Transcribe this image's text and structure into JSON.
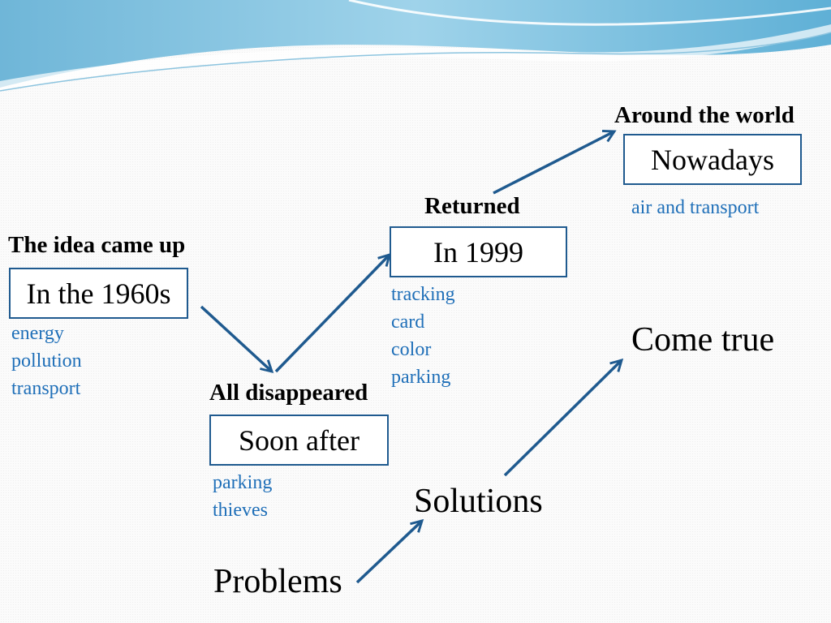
{
  "stages": {
    "idea": {
      "heading": "The idea came up",
      "box": "In the 1960s",
      "notes": [
        "energy",
        "pollution",
        "transport"
      ]
    },
    "disappeared": {
      "heading": "All disappeared",
      "box": "Soon after",
      "notes": [
        "parking",
        "thieves"
      ]
    },
    "returned": {
      "heading": "Returned",
      "box": "In 1999",
      "notes": [
        "tracking",
        "card",
        "color",
        "parking"
      ]
    },
    "world": {
      "heading": "Around the world",
      "box": "Nowadays",
      "notes": [
        "air and transport"
      ]
    }
  },
  "progression": {
    "problems": "Problems",
    "solutions": "Solutions",
    "come_true": "Come true"
  },
  "colors": {
    "arrow": "#1f5a8f",
    "box_border": "#1f5a8f",
    "note_text": "#1f6fb8"
  }
}
